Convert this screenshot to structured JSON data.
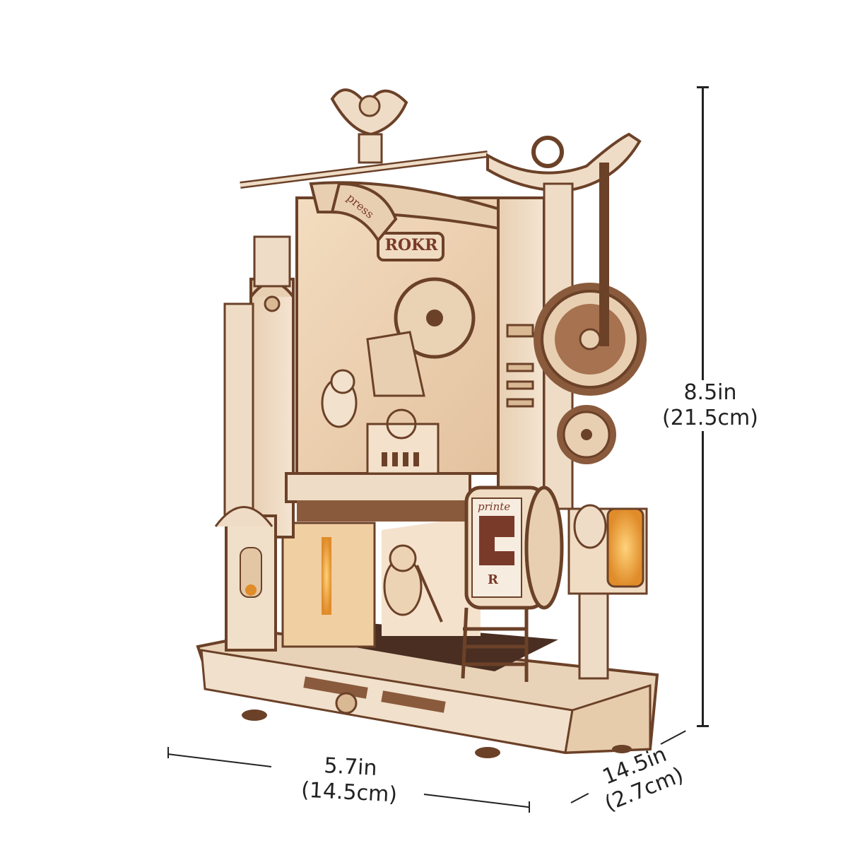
{
  "dimensions": {
    "height": {
      "in": "8.5in",
      "cm": "(21.5cm)"
    },
    "width": {
      "in": "5.7in",
      "cm": "(14.5cm)"
    },
    "depth": {
      "in": "14.5in",
      "cm": "(2.7cm)"
    }
  },
  "model_labels": {
    "brand": "ROKR",
    "lever_text": "press",
    "drum_text": "printe",
    "drum_letter": "R"
  },
  "colors": {
    "wood_light": "#efd9c0",
    "wood_mid": "#d9b894",
    "wood_dark": "#8a5a3c",
    "wood_edge": "#6b4128",
    "lamp_glow": "#f2a33a",
    "background": "#ffffff"
  }
}
